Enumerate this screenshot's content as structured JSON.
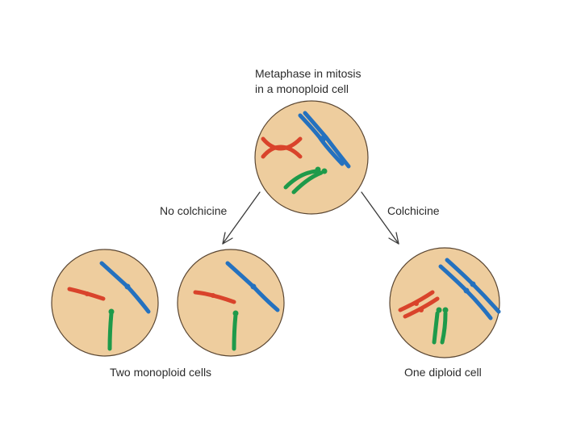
{
  "diagram": {
    "top_label": {
      "line1": "Metaphase in mitosis",
      "line2": "in a monoploid cell"
    },
    "left_branch_label": "No colchicine",
    "right_branch_label": "Colchicine",
    "left_result_label": "Two monoploid cells",
    "right_result_label": "One diploid cell"
  },
  "colors": {
    "cell_fill": "#eecd9e",
    "cell_outline": "#5a4632",
    "chromosome_red": "#d9432b",
    "chromosome_blue": "#2471bf",
    "chromosome_green": "#1e9a4a",
    "arrow": "#3a3a3a"
  }
}
